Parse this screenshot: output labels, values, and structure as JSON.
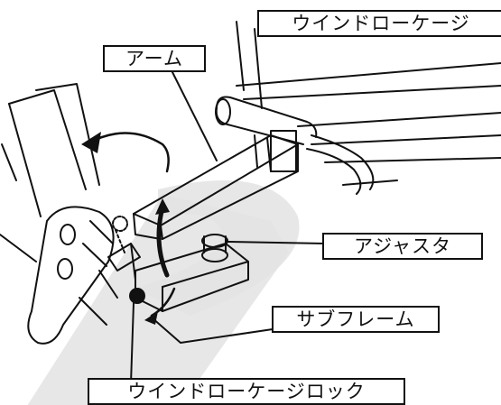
{
  "labels": {
    "window_cage": "ウインドローケージ",
    "arm": "アーム",
    "adjuster": "アジャスタ",
    "subframe": "サブフレーム",
    "window_cage_lock": "ウインドローケージロック"
  },
  "colors": {
    "line": "#111111",
    "watermark": "#e3e3e3",
    "background": "#ffffff"
  }
}
